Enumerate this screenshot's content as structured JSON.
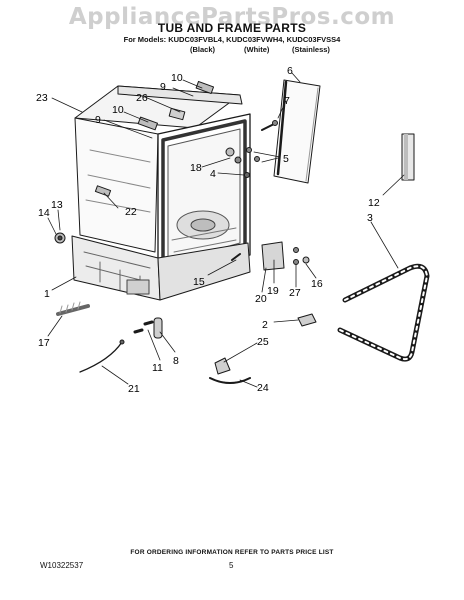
{
  "watermark": "AppliancePartsPros.com",
  "header": {
    "title": "TUB AND FRAME PARTS",
    "models": "For Models: KUDC03FVBL4, KUDC03FVWH4, KUDC03FVSS4",
    "finishes": {
      "black": "(Black)",
      "white": "(White)",
      "stainless": "(Stainless)"
    }
  },
  "callouts": [
    "23",
    "26",
    "10",
    "9",
    "10",
    "9",
    "6",
    "7",
    "5",
    "18",
    "4",
    "13",
    "14",
    "22",
    "12",
    "3",
    "1",
    "15",
    "19",
    "20",
    "27",
    "16",
    "2",
    "17",
    "11",
    "8",
    "25",
    "24",
    "21"
  ],
  "colors": {
    "line": "#1a1a1a",
    "shade": "#bdbdbd",
    "dark": "#444444",
    "watermark": "#cfcfcf"
  },
  "footer": {
    "note": "FOR ORDERING INFORMATION REFER TO PARTS PRICE LIST",
    "doc_number": "W10322537",
    "page_number": "5"
  }
}
